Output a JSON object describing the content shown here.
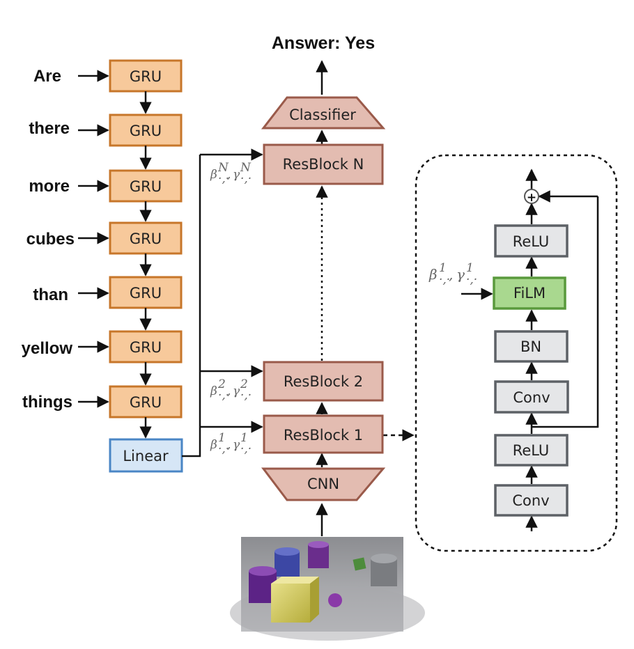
{
  "answer": "Answer: Yes",
  "question_words": [
    "Are",
    "there",
    "more",
    "cubes",
    "than",
    "yellow",
    "things"
  ],
  "gru_label": "GRU",
  "linear_label": "Linear",
  "classifier_label": "Classifier",
  "cnn_label": "CNN",
  "resblocks": {
    "n": "ResBlock N",
    "two": "ResBlock 2",
    "one": "ResBlock 1"
  },
  "film_params": {
    "n": "β,N,γ,N",
    "two": "β,2,γ,2",
    "one": "β,1,γ,1",
    "detail": "β,1,γ,1"
  },
  "detail_block": {
    "relu_top": "ReLU",
    "film": "FiLM",
    "bn": "BN",
    "conv_mid": "Conv",
    "relu_mid": "ReLU",
    "conv_bottom": "Conv",
    "sum_symbol": "+"
  },
  "colors": {
    "gru_fill": "#f7c99b",
    "gru_stroke": "#c7762a",
    "linear_fill": "#d6e6f6",
    "linear_stroke": "#4a86c5",
    "resblock_fill": "#e3bcb1",
    "resblock_stroke": "#9a5a4a",
    "grey_fill": "#e5e6e8",
    "grey_stroke": "#5d6166",
    "film_fill": "#a9d88f",
    "film_stroke": "#5a9a3d"
  }
}
